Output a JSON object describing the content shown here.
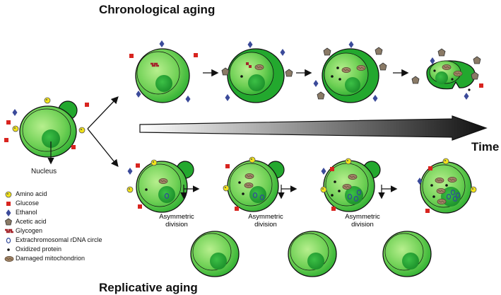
{
  "titles": {
    "top": "Chronological aging",
    "bottom": "Replicative aging",
    "time": "Time"
  },
  "nucleus_label": "Nucleus",
  "asymmetric_label": [
    "Asymmetric",
    "division"
  ],
  "legend": [
    {
      "icon": "amino-acid-icon",
      "label": "Amino acid"
    },
    {
      "icon": "glucose-icon",
      "label": "Glucose"
    },
    {
      "icon": "ethanol-icon",
      "label": "Ethanol"
    },
    {
      "icon": "acetic-acid-icon",
      "label": "Acetic acid"
    },
    {
      "icon": "glycogen-icon",
      "label": "Glycogen"
    },
    {
      "icon": "rdna-circle-icon",
      "label": "Extrachromosomal rDNA circle"
    },
    {
      "icon": "oxidized-protein-icon",
      "label": "Oxidized protein"
    },
    {
      "icon": "damaged-mitochondrion-icon",
      "label": "Damaged mitochondrion"
    }
  ],
  "colors": {
    "cell_light": "#8fdc6a",
    "cell_dark": "#23a82e",
    "amino": "#f2e31a",
    "glucose": "#d8241f",
    "ethanol": "#3b4a9a",
    "acetic": "#8a7a66",
    "glycogen": "#a4262c",
    "mito": "#a08466"
  }
}
